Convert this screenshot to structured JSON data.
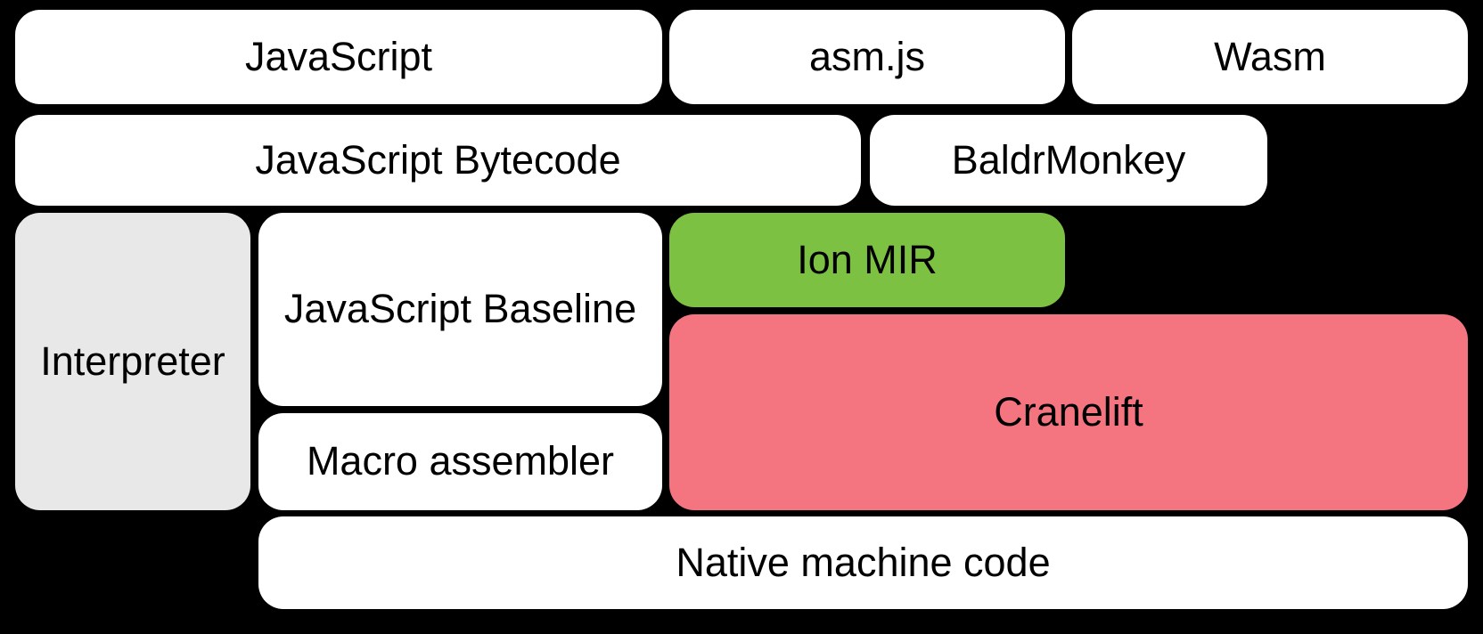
{
  "diagram": {
    "background_color": "#000000",
    "colors": {
      "block_default": "#ffffff",
      "interpreter": "#e8e8e8",
      "ion_mir": "#7cc142",
      "cranelift": "#f4747f",
      "text": "#000000"
    },
    "blocks": {
      "javascript": {
        "label": "JavaScript"
      },
      "asmjs": {
        "label": "asm.js"
      },
      "wasm": {
        "label": "Wasm"
      },
      "javascript_bytecode": {
        "label": "JavaScript Bytecode"
      },
      "baldrmonkey": {
        "label": "BaldrMonkey"
      },
      "interpreter": {
        "label": "Interpreter"
      },
      "javascript_baseline": {
        "label": "JavaScript Baseline"
      },
      "ion_mir": {
        "label": "Ion MIR"
      },
      "cranelift": {
        "label": "Cranelift"
      },
      "macro_assembler": {
        "label": "Macro assembler"
      },
      "native_machine_code": {
        "label": "Native machine code"
      }
    }
  }
}
